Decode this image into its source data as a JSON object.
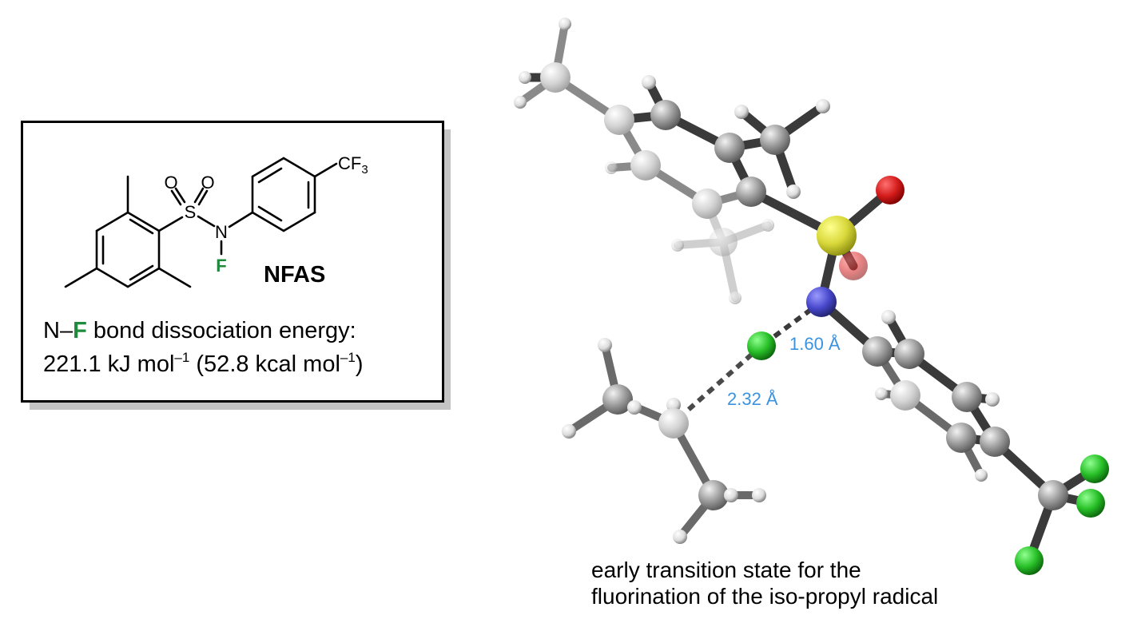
{
  "panel": {
    "compound_name": "NFAS",
    "structure_labels": {
      "O_left": "O",
      "O_right": "O",
      "S": "S",
      "N": "N",
      "F": "F",
      "CF3_main": "CF",
      "CF3_sub": "3"
    },
    "bde": {
      "prefix": "N–",
      "f": "F",
      "line1_rest": " bond dissociation energy:",
      "kj_value": "221.1 kJ mol",
      "kj_exp": "–1",
      "kcal_open": " (52.8 kcal mol",
      "kcal_exp": "–1",
      "kcal_close": ")"
    }
  },
  "model": {
    "distance_nf": "1.60 Å",
    "distance_fc": "2.32 Å",
    "colors": {
      "carbon": "#9a9a9a",
      "hydrogen": "#e8e8e8",
      "sulfur": "#e0e040",
      "oxygen": "#d42020",
      "nitrogen": "#4a4ad0",
      "fluorine": "#2cc42c",
      "distance_label": "#3b93e0"
    }
  },
  "caption": {
    "line1": "early transition state for the",
    "line2": "fluorination of the iso-propyl radical"
  }
}
